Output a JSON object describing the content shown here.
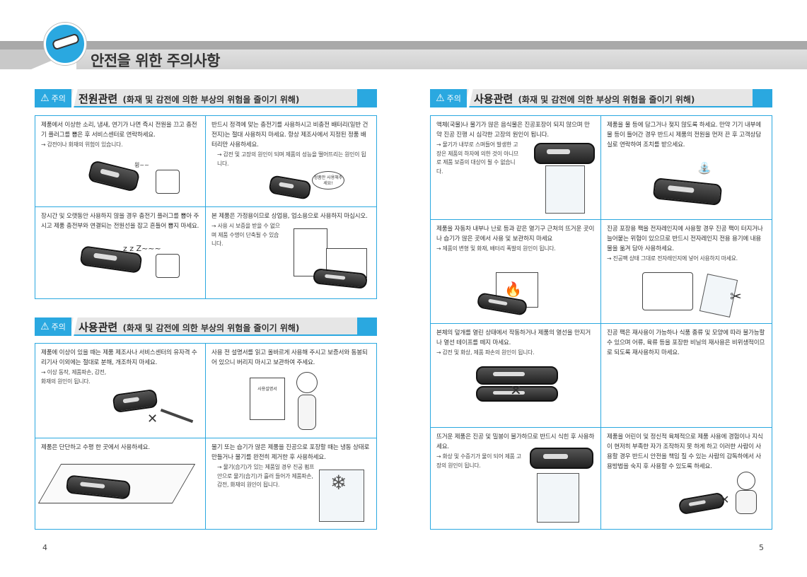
{
  "page_title": "안전을 위한 주의사항",
  "caution_tag": "주의",
  "page_left": "4",
  "page_right": "5",
  "sections": {
    "power": {
      "title": "전원관련",
      "subtitle": "(화재 및 감전에 의한 부상의 위험을 줄이기 위해)"
    },
    "usage_left": {
      "title": "사용관련",
      "subtitle": "(화재 및 감전에 의한 부상의 위험을 줄이기 위해)"
    },
    "usage_right": {
      "title": "사용관련",
      "subtitle": "(화재 및 감전에 의한 부상의 위험을 줄이기 위해)"
    }
  },
  "power_cells": [
    {
      "text": "제품에서 이상한 소리, 냄새, 연기가 나면 즉시 전원을 끄고 충전기 플러그를 뽑은 후 서비스센터로 연락하세요.",
      "note": "→ 감전이나 화재의 위험이 있습니다.",
      "illus_text": "윙~~"
    },
    {
      "text": "반드시 정격에 맞는 충전기를 사용하시고 비충전 배터리(일반 건전지)는 절대 사용하지 마세요. 항상 제조사에서 지정된 정품 배터리만 사용하세요.",
      "note": "→ 감전 및 고장의 원인이 되며 제품의 성능을 떨어뜨리는 원인이 됩니다.",
      "illus_text": "정품만 사용해주세요!"
    },
    {
      "text": "장시간 및 오랫동안 사용하지 않을 경우 충전기 플러그를 뽑아 주시고 제품 충전부와 연결되는 전원선을 잡고 흔들어 뽑지 마세요.",
      "note": "",
      "illus_text": "z z Z~~~"
    },
    {
      "text": "본 제품은 가정용이므로 상업용, 업소용으로 사용하지 마십시오.",
      "note": "→ 사용 시 보증을 받을 수 없으며 제품 수명이 단축될 수 있습니다."
    }
  ],
  "usage_left_cells": [
    {
      "text": "제품에 이상이 있을 때는 제품 제조사나 서비스센터의 유자격 수리기사 이외에는 절대로 분해, 개조하지 마세요.",
      "note": "→ 이상 동작, 제품파손, 감전, 화재의 원인이 됩니다."
    },
    {
      "text": "사용 전 설명서를 읽고 올바르게 사용해 주시고 보증서와 동봉되어 있으니 버리지 마시고 보관하여 주세요.",
      "note": "",
      "illus_text": "사용설명서"
    },
    {
      "text": "제품은 단단하고 수평 한 곳에서 사용하세요.",
      "note": ""
    },
    {
      "text": "물기 또는 습기가 많은 제품을 진공으로 포장할 때는 냉동 상태로 만들거나 물기를 완전히 제거한 후 사용하세요.",
      "note": "→ 물기(습기)가 있는 제품일 경우 진공 펌프 안으로 물기(습기)가 흘러 들어가 제품파손, 감전, 화재의 원인이 됩니다."
    }
  ],
  "usage_right_cells": [
    {
      "text": "액체(국물)나 물기가 많은 음식물은 진공포장이 되지 않으며 만약 진공 진행 시 심각한 고장의 원인이 됩니다.",
      "note": "→ 물기가 내부로 스며들어 발생한 고장은 제품의 하자에 의한 것이 아니므로 제품 보증의 대상이 될 수 없습니다."
    },
    {
      "text": "제품을 물 등에 담그거나 젖지 않도록 하세요. 만약 기기 내부에 물 등이 들어간 경우 반드시 제품의 전원을 먼저 끈 후 고객상담실로 연락하여 조치를 받으세요.",
      "note": ""
    },
    {
      "text": "제품을 자동차 내부나 난로 등과 같은 열기구 근처의 뜨거운 곳이나 습기가 많은 곳에서 사용 및 보관하지 마세요",
      "note": "→ 제품의 변형 및 화재, 배터리 폭발의 원인이 됩니다."
    },
    {
      "text": "진공 포장용 팩을 전자레인지에 사용할 경우 진공 팩이 터지거나 늘어붙는 위험이 있으므로 반드시 전자레인지 전용 용기에 내용물을 옮겨 담아 사용하세요.",
      "note": "→ 진공팩 상태 그대로 전자레인지에 넣어 사용하지 마세요."
    },
    {
      "text": "본체의 덮개를 열린 상태에서 작동하거나 제품의 열선을 만지거나 열선 테이프를 떼지 마세요.",
      "note": "→ 감전 및 화상, 제품 파손의 원인이 됩니다."
    },
    {
      "text": "진공 팩은 재사용이 가능하나 식품 종류 및 모양에 따라 불가능할 수 있으며 어류, 육류 등을 포장한 비닐의 재사용은 비위생적이므로 되도록 재사용하지 마세요.",
      "note": ""
    },
    {
      "text": "뜨거운 제품은 진공 및 밀봉이 불가하므로 반드시 식힌 후 사용하세요.",
      "note": "→ 화상 및 수증기가 물이 되어 제품 고장의 원인이 됩니다."
    },
    {
      "text": "제품을 어린이 및 정신적 육체적으로 제품 사용에 경험이나 지식이 현저히 부족한 자가 조작하지 못 하게 하고 이러한 사람이 사용할 경우 반드시 안전을 책임 질 수 있는 사람의 감독하에서 사용방법을 숙지 후 사용할 수 있도록 하세요.",
      "note": ""
    }
  ],
  "colors": {
    "accent": "#2aa8e0",
    "banner_gray": "#d0d0d0",
    "text": "#333333"
  }
}
